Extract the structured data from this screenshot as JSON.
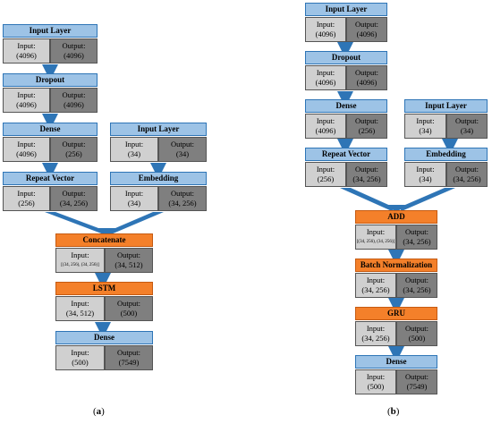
{
  "captions": {
    "a_open": "(",
    "a_letter": "a",
    "a_close": ")",
    "b_open": "(",
    "b_letter": "b",
    "b_close": ")"
  },
  "io_labels": {
    "input": "Input:",
    "output": "Output:"
  },
  "panel_a": {
    "input_layer": {
      "title": "Input Layer",
      "input": "(4096)",
      "output": "(4096)"
    },
    "dropout": {
      "title": "Dropout",
      "input": "(4096)",
      "output": "(4096)"
    },
    "dense1": {
      "title": "Dense",
      "input": "(4096)",
      "output": "(256)"
    },
    "repeat_vector": {
      "title": "Repeat Vector",
      "input": "(256)",
      "output": "(34, 256)"
    },
    "input_layer2": {
      "title": "Input Layer",
      "input": "(34)",
      "output": "(34)"
    },
    "embedding": {
      "title": "Embedding",
      "input": "(34)",
      "output": "(34, 256)"
    },
    "concatenate": {
      "title": "Concatenate",
      "input": "[(34, 256), (34, 256)]",
      "output": "(34, 512)"
    },
    "lstm": {
      "title": "LSTM",
      "input": "(34, 512)",
      "output": "(500)"
    },
    "dense2": {
      "title": "Dense",
      "input": "(500)",
      "output": "(7549)"
    }
  },
  "panel_b": {
    "input_layer": {
      "title": "Input Layer",
      "input": "(4096)",
      "output": "(4096)"
    },
    "dropout": {
      "title": "Dropout",
      "input": "(4096)",
      "output": "(4096)"
    },
    "dense1": {
      "title": "Dense",
      "input": "(4096)",
      "output": "(256)"
    },
    "repeat_vector": {
      "title": "Repeat Vector",
      "input": "(256)",
      "output": "(34, 256)"
    },
    "input_layer2": {
      "title": "Input Layer",
      "input": "(34)",
      "output": "(34)"
    },
    "embedding": {
      "title": "Embedding",
      "input": "(34)",
      "output": "(34, 256)"
    },
    "add": {
      "title": "ADD",
      "input": "[(34, 256), (34, 256)]",
      "output": "(34, 256)"
    },
    "batch_norm": {
      "title": "Batch Normalization",
      "input": "(34, 256)",
      "output": "(34, 256)"
    },
    "gru": {
      "title": "GRU",
      "input": "(34, 256)",
      "output": "(500)"
    },
    "dense2": {
      "title": "Dense",
      "input": "(500)",
      "output": "(7549)"
    }
  },
  "colors": {
    "blue_header": "#9dc3e6",
    "orange_header": "#f4802a",
    "input_cell": "#d0d0d0",
    "output_cell": "#7f7f7f",
    "arrow": "#2e75b6"
  }
}
